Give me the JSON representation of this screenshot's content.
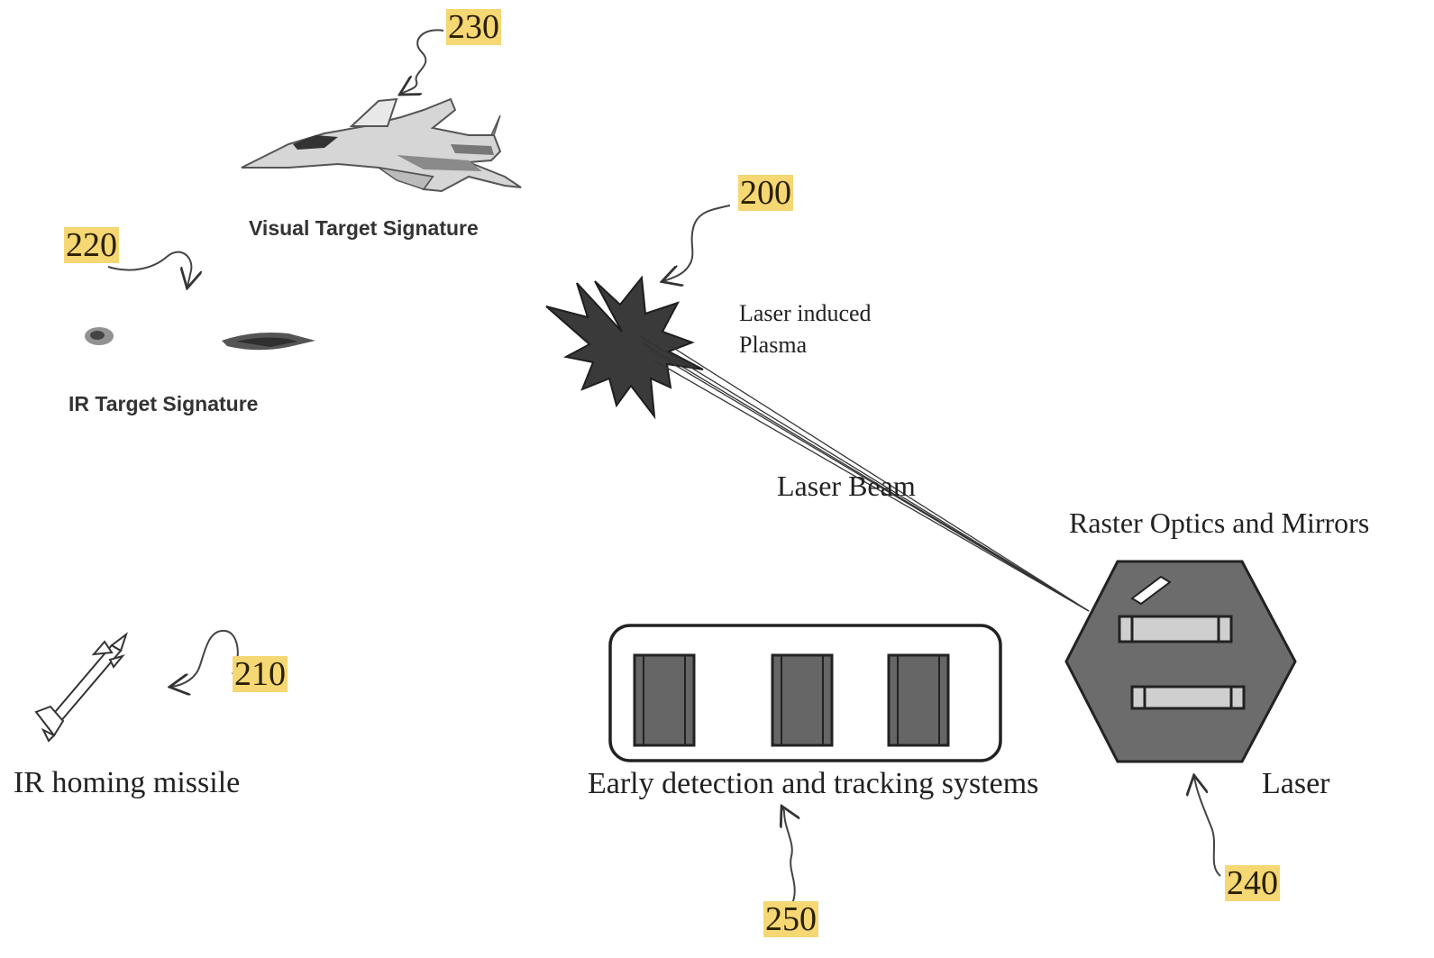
{
  "labels": {
    "visual_target": "Visual Target Signature",
    "ir_target": "IR Target Signature",
    "plasma": "Laser induced Plasma",
    "plasma_line1": "Laser induced",
    "plasma_line2": "Plasma",
    "laser_beam": "Laser Beam",
    "raster": "Raster Optics and Mirrors",
    "missile": "IR homing missile",
    "detection": "Early detection and tracking systems",
    "laser": "Laser"
  },
  "refs": {
    "r200": "200",
    "r210": "210",
    "r220": "220",
    "r230": "230",
    "r240": "240",
    "r250": "250"
  },
  "colors": {
    "highlight": "#f5d773",
    "ink": "#222222",
    "fill_dark": "#555555",
    "fill_mid": "#6e6e6e",
    "fill_light": "#bdbdbd"
  }
}
